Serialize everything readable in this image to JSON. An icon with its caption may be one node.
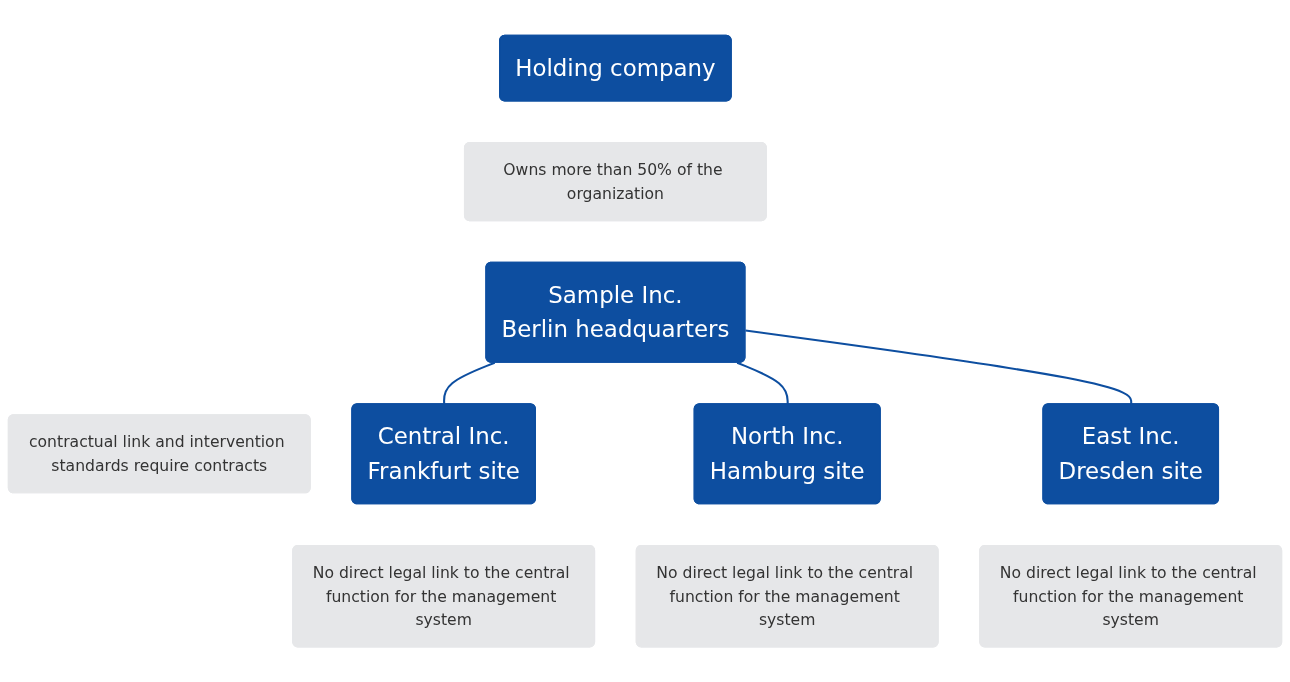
{
  "diagram": {
    "nodes": [
      {
        "text": [
          "Holding company"
        ]
      },
      {
        "text": [
          "Owns more than 50% of the organization"
        ]
      },
      {
        "text": [
          "Sample Inc.",
          "Berlin headquarters"
        ]
      },
      {
        "text": [
          "contractual link and intervention standards require contracts"
        ]
      },
      {
        "text": [
          "Central Inc.",
          "Frankfurt site"
        ]
      },
      {
        "text": [
          "No direct legal link to the central function for the management system"
        ]
      },
      {
        "text": [
          "North Inc.",
          "Hamburg site"
        ]
      },
      {
        "text": [
          "No direct legal link to the central function for the management system"
        ]
      },
      {
        "text": [
          "East Inc.",
          "Dresden site"
        ]
      },
      {
        "text": [
          "No direct legal link to the central function for the management system"
        ]
      }
    ],
    "edges": [
      {
        "from": 2,
        "to": 4,
        "arrow": "none"
      },
      {
        "from": 2,
        "to": 6,
        "arrow": "none"
      },
      {
        "from": 2,
        "to": 8,
        "arrow": "none"
      }
    ]
  }
}
